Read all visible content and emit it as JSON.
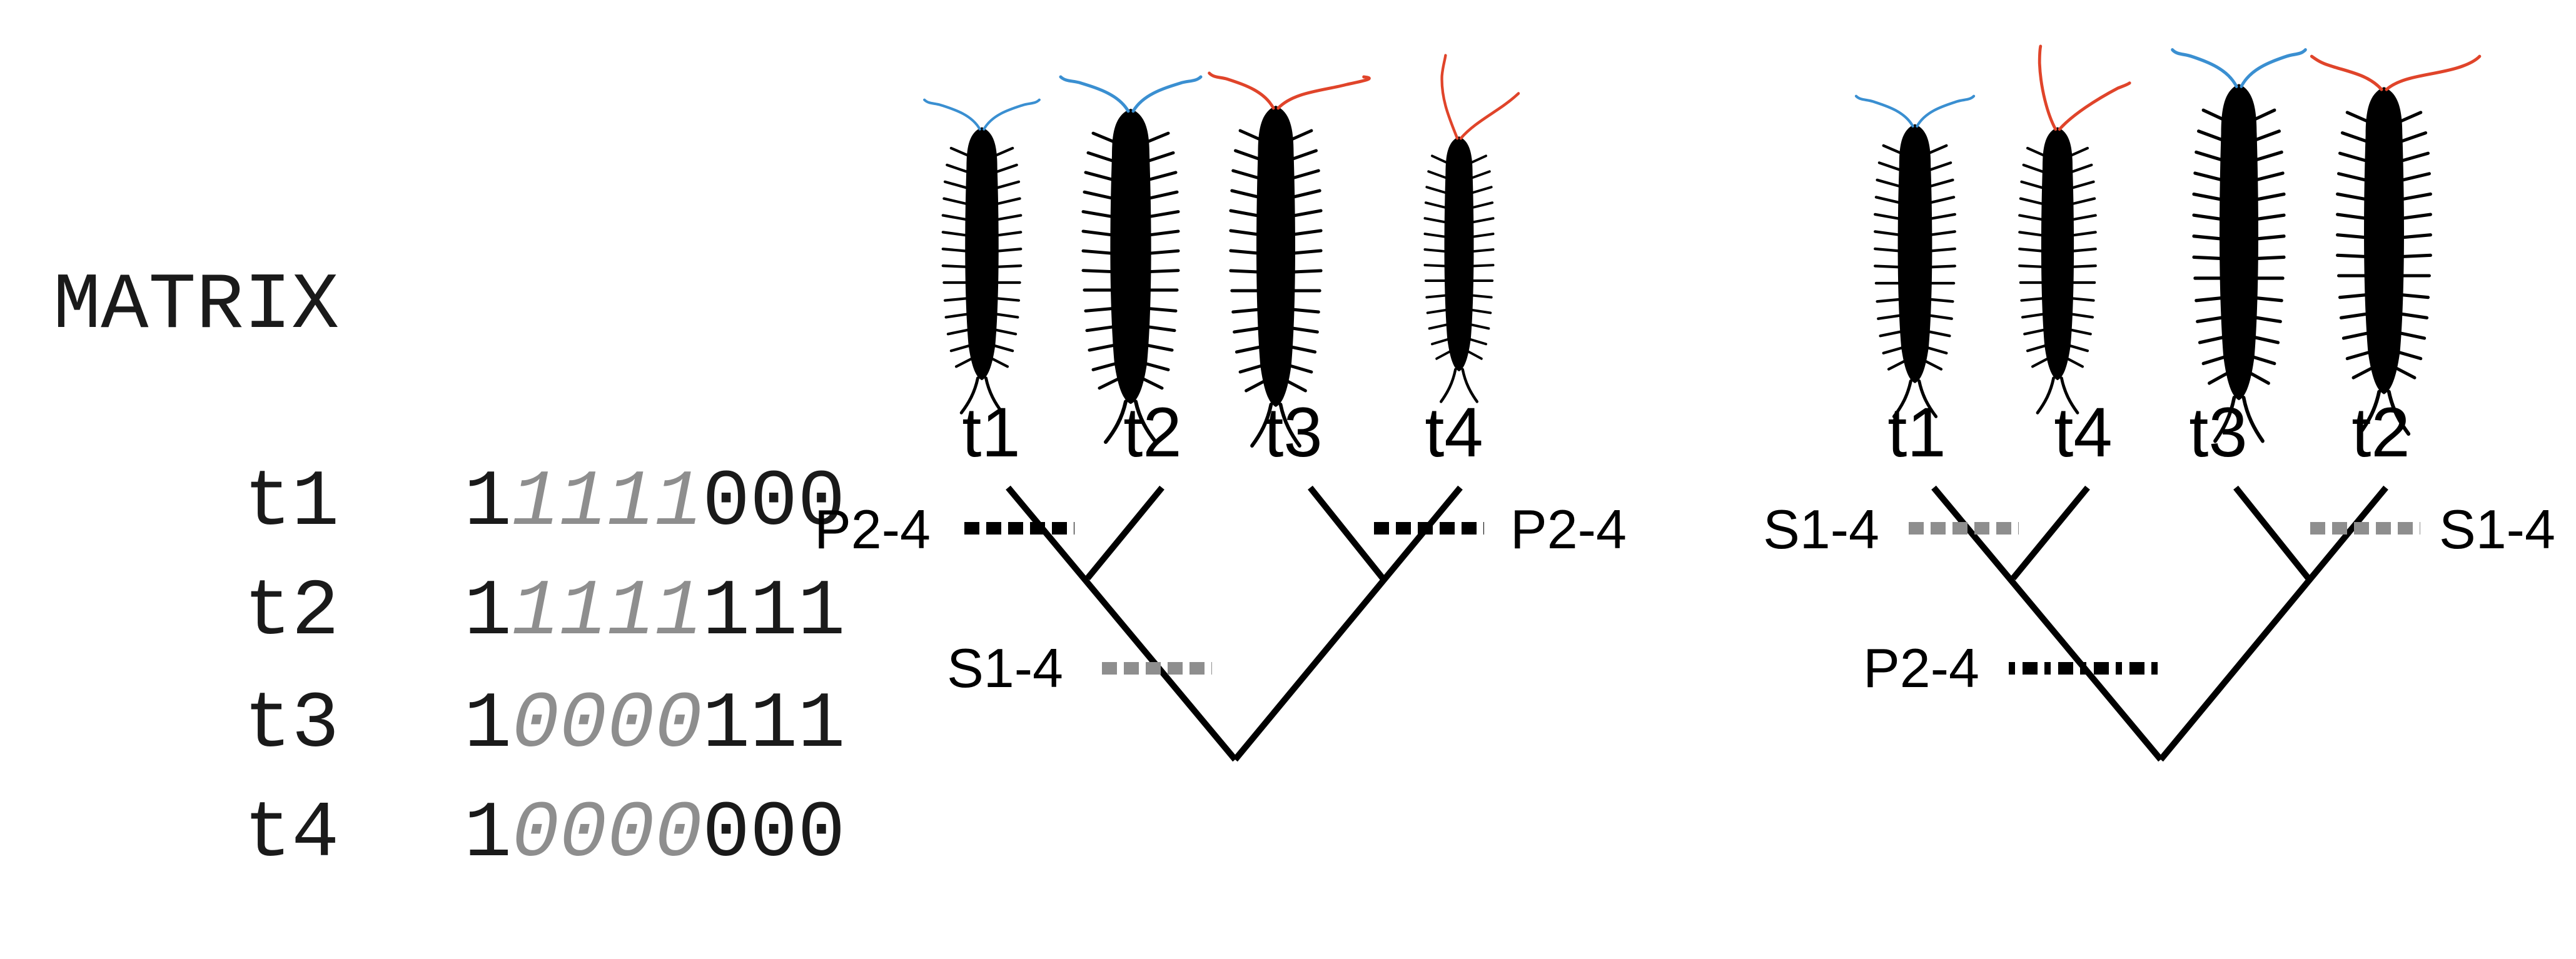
{
  "matrix": {
    "title": "MATRIX",
    "rows": [
      {
        "taxon": "t1",
        "first": "1",
        "middle": "1111",
        "last": "000"
      },
      {
        "taxon": "t2",
        "first": "1",
        "middle": "1111",
        "last": "111"
      },
      {
        "taxon": "t3",
        "first": "1",
        "middle": "0000",
        "last": "111"
      },
      {
        "taxon": "t4",
        "first": "1",
        "middle": "0000",
        "last": "000"
      }
    ]
  },
  "colors": {
    "ink": "#000000",
    "gray_hatch": "#8e8e8e",
    "antenna_blue": "#3a8fd1",
    "antenna_red": "#e0442a"
  },
  "tree_left": {
    "tips": [
      {
        "label": "t1",
        "antenna": "blue"
      },
      {
        "label": "t2",
        "antenna": "blue"
      },
      {
        "label": "t3",
        "antenna": "red"
      },
      {
        "label": "t4",
        "antenna": "red"
      }
    ],
    "characters": {
      "upper_left": "P2-4",
      "upper_right": "P2-4",
      "lower": "S1-4"
    }
  },
  "tree_right": {
    "tips": [
      {
        "label": "t1",
        "antenna": "blue"
      },
      {
        "label": "t4",
        "antenna": "red"
      },
      {
        "label": "t3",
        "antenna": "blue"
      },
      {
        "label": "t2",
        "antenna": "red"
      }
    ],
    "characters": {
      "upper_left": "S1-4",
      "upper_right": "S1-4",
      "lower": "P2-4"
    }
  }
}
